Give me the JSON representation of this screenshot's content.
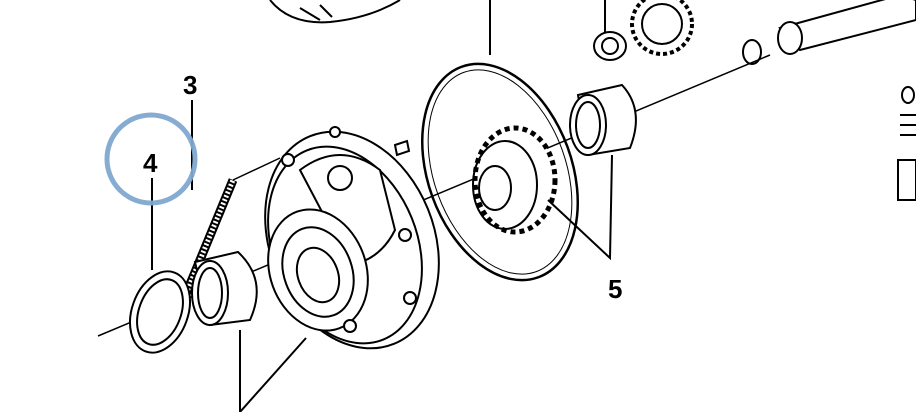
{
  "diagram": {
    "callouts": [
      {
        "id": "3",
        "label": "3"
      },
      {
        "id": "4",
        "label": "4",
        "highlighted": true
      },
      {
        "id": "5",
        "label": "5"
      }
    ],
    "highlight_color": "#7fa8d0"
  }
}
